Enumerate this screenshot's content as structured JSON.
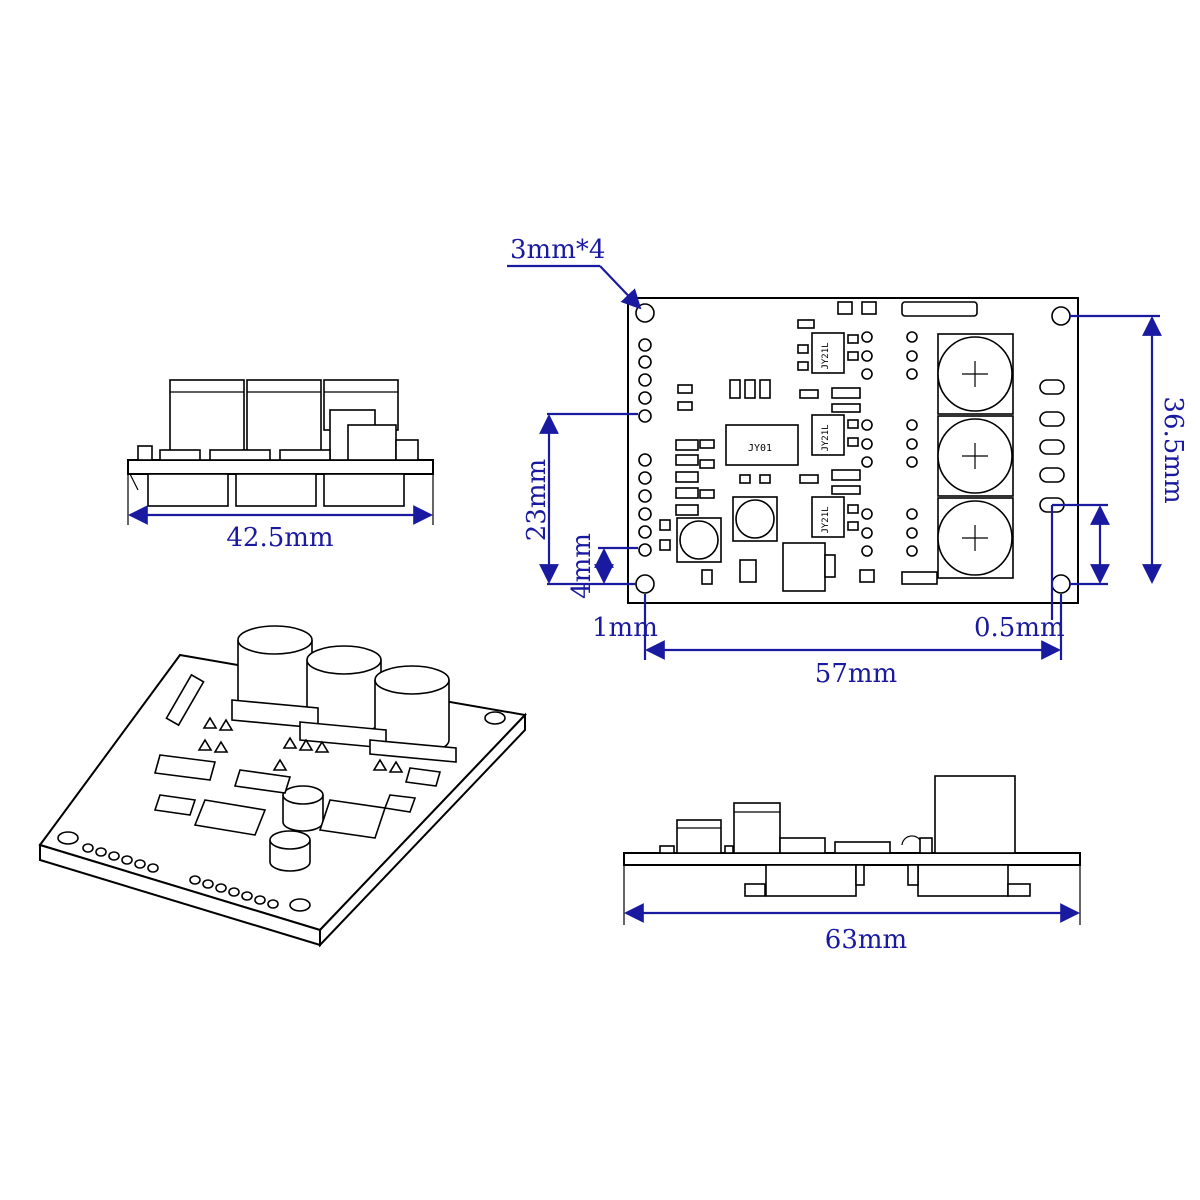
{
  "dimensions": {
    "side_width": "42.5mm",
    "hole_spec": "3mm*4",
    "hole_spacing_v": "23mm",
    "hole_offset_small": "4mm",
    "hole_inset_left": "1mm",
    "hole_inset_right": "0.5mm",
    "hole_spacing_h": "57mm",
    "board_height": "36.5mm",
    "board_length": "63mm"
  },
  "chip_markings": {
    "driver_ic": "JY01",
    "mosfet_1": "JY21L",
    "mosfet_2": "JY21L",
    "mosfet_3": "JY21L"
  },
  "colors": {
    "dimension": "#1a1aa0",
    "outline": "#000000"
  }
}
